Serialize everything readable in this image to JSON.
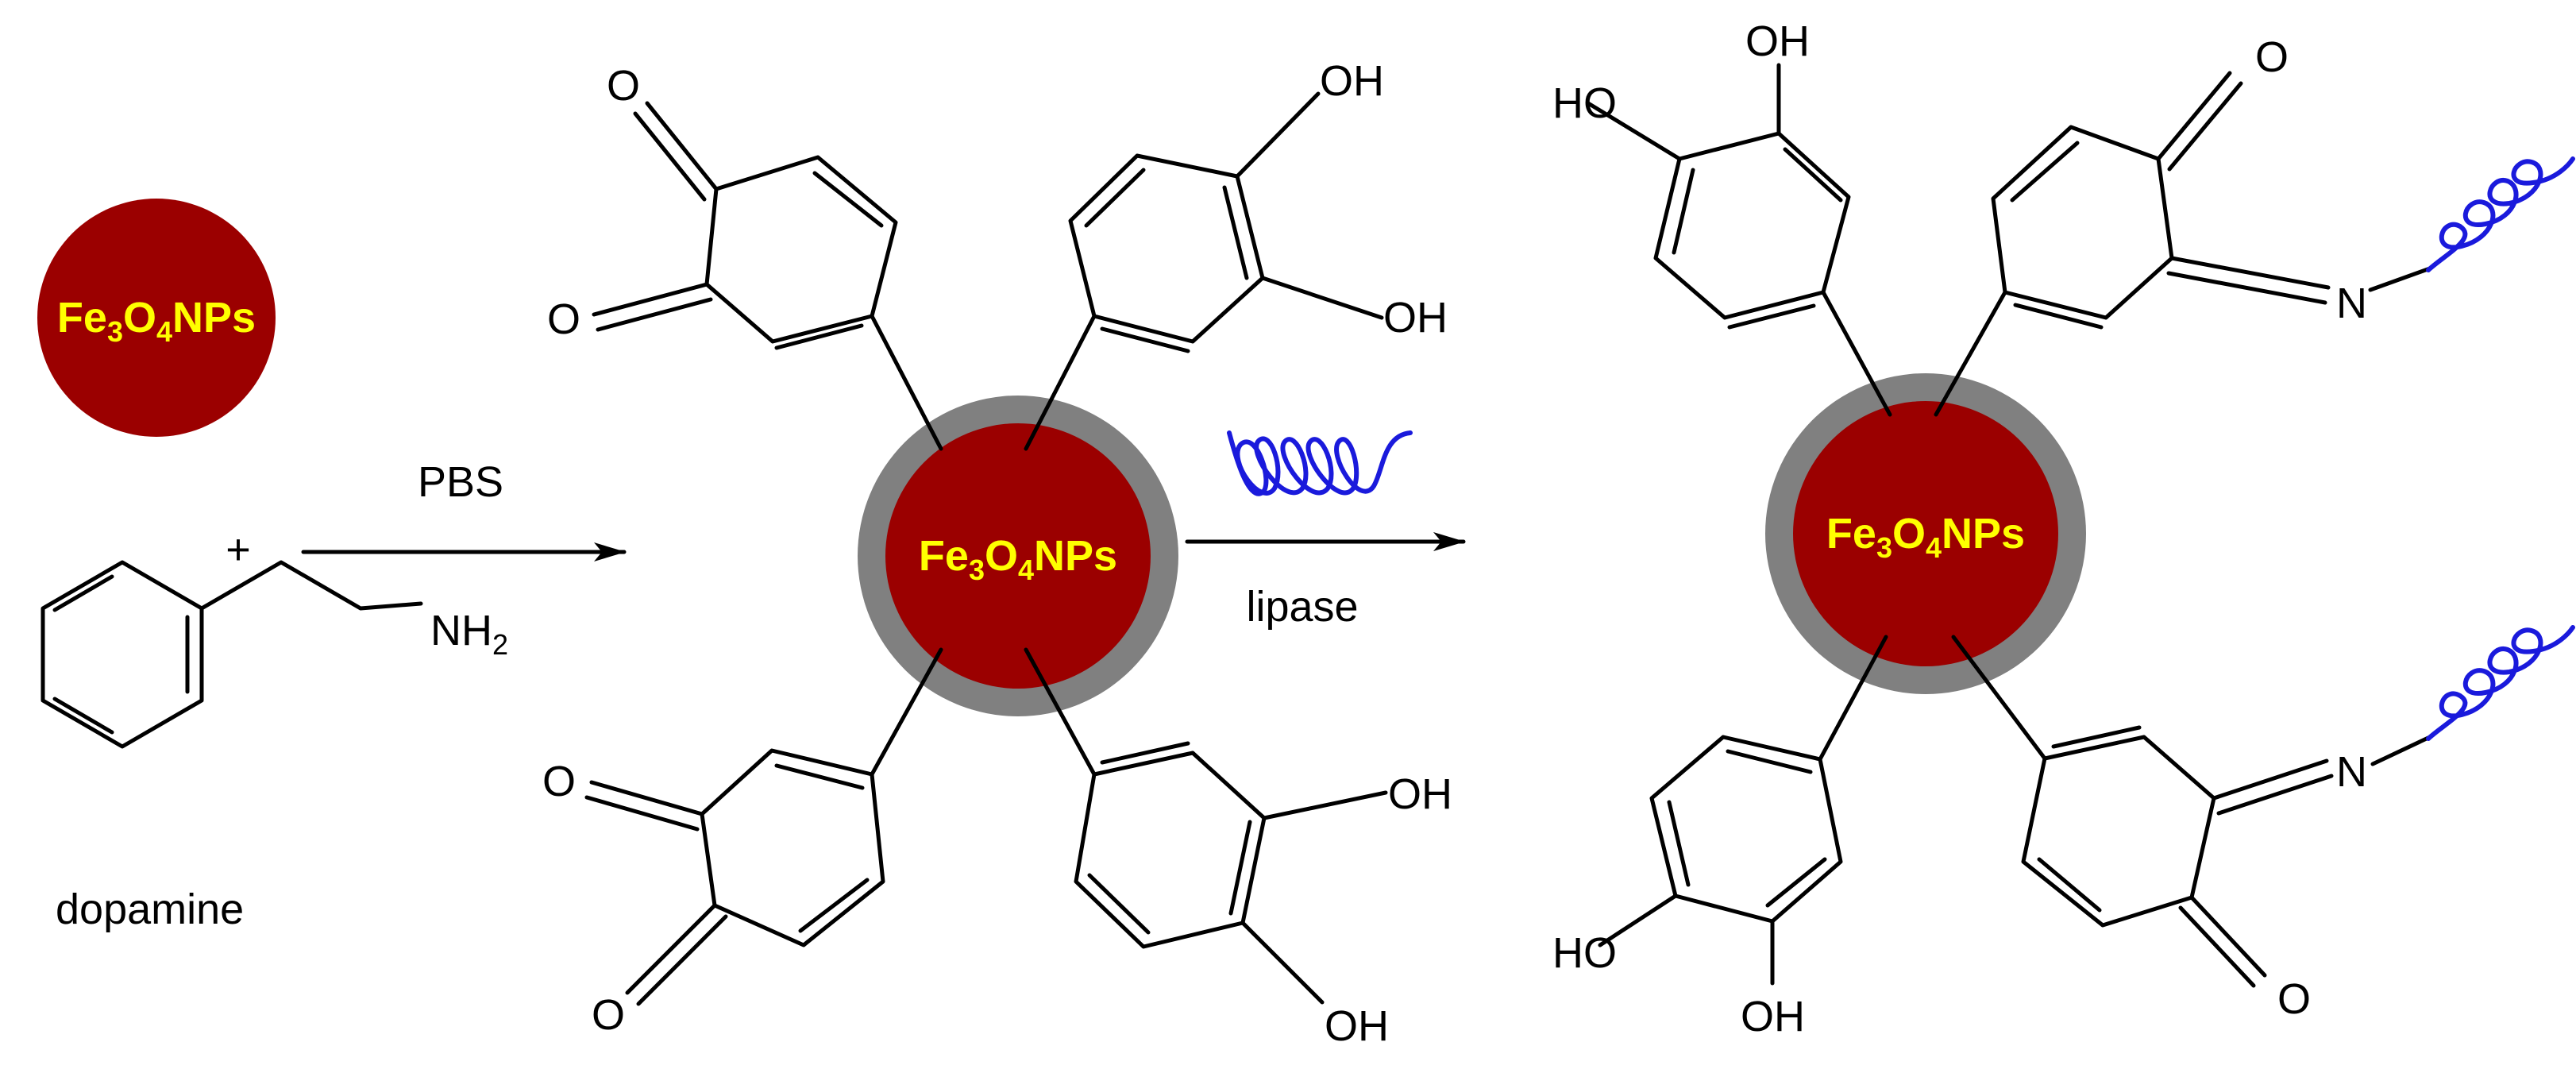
{
  "colors": {
    "np_fill": "#9b0000",
    "shell": "#808080",
    "np_text": "#ffff00",
    "enzyme": "#1a1adc",
    "bond": "#000000"
  },
  "nanoparticle": {
    "main": "Fe",
    "sub1": "3",
    "mid": "O",
    "sub2": "4",
    "tail": "NPs"
  },
  "reagents": {
    "plus": "+",
    "dopamine_label": "dopamine",
    "amine": {
      "main": "NH",
      "sub": "2"
    }
  },
  "arrows": {
    "step1": "PBS",
    "step2": "lipase"
  },
  "atoms": {
    "oxygen": "O",
    "hydroxyl_right": "OH",
    "hydroxyl_left": "HO",
    "nitrogen": "N"
  }
}
